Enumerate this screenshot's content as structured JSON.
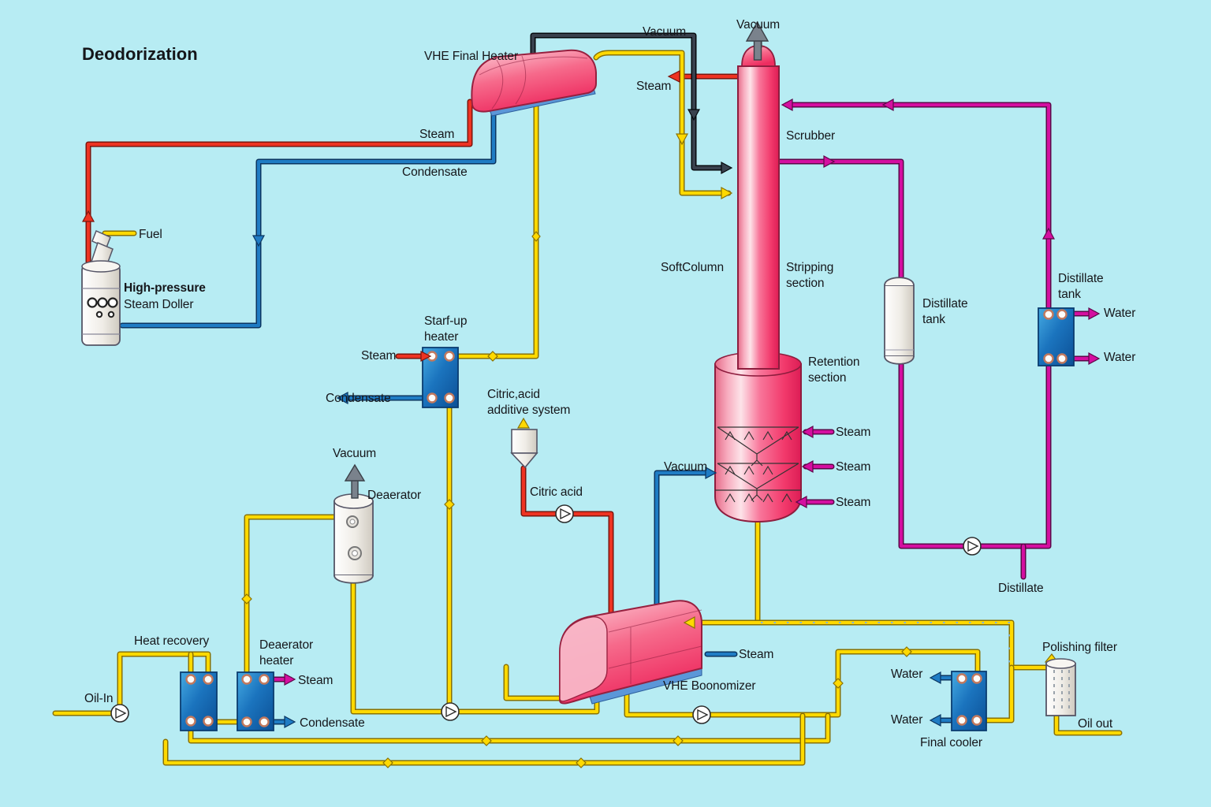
{
  "title": "Deodorization",
  "colors": {
    "background": "#b7ecf3",
    "pipe_oil": "#ffd900",
    "pipe_steam": "#ee3322",
    "pipe_condensate": "#1f7cc4",
    "pipe_vacuum": "#39414d",
    "pipe_distillate": "#d40fa0",
    "vessel_pink": "#f23a6c",
    "exchanger_blue": "#1b74be",
    "equipment_white": "#efece6"
  },
  "labels": {
    "vhe_final_heater": "VHE Final Heater",
    "vacuum_heater": "Vacuum",
    "vacuum_column": "Vacuum",
    "steam_heater_right": "Steam",
    "steam_boiler": "Steam",
    "condensate_heater": "Condensate",
    "fuel": "Fuel",
    "boiler_line1": "High-pressure",
    "boiler_line2": "Steam Doller",
    "scrubber": "Scrubber",
    "softcolumn": "SoftColumn",
    "stripping_section": "Stripping\nsection",
    "distillate_tank_mid": "Distillate\ntank",
    "distillate_tank_right": "Distillate\ntank",
    "water_right_top": "Water",
    "water_right_bottom": "Water",
    "startup_heater": "Starf-up\nheater",
    "steam_startup": "Steam",
    "condensate_startup": "Condensate",
    "citric_system": "Citric,acid\nadditive system",
    "citric_acid": "Citric acid",
    "vacuum_deaerator": "Vacuum",
    "deaerator": "Deaerator",
    "retention_section": "Retention\nsection",
    "steam_retention_1": "Steam",
    "steam_retention_2": "Steam",
    "steam_retention_3": "Steam",
    "vacuum_boonomizer": "Vacuum",
    "distillate_out": "Distillate",
    "heat_recovery": "Heat recovery",
    "deaerator_heater": "Deaerator\nheater",
    "oil_in": "Oil-In",
    "steam_dh": "Steam",
    "condensate_dh": "Condensate",
    "steam_boonomizer": "Steam",
    "vhe_boonomizer": "VHE Boonomizer",
    "water_fc_top": "Water",
    "water_fc_bottom": "Water",
    "final_cooler": "Final cooler",
    "polishing_filter": "Polishing filter",
    "oil_out": "Oil out"
  }
}
